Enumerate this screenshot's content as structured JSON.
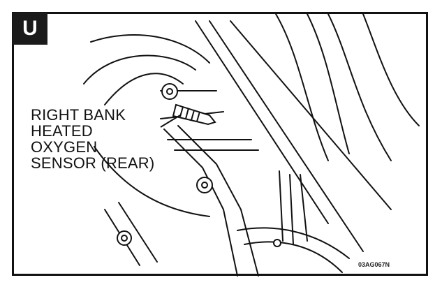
{
  "figure": {
    "view_badge": "U",
    "callout_lines": [
      "RIGHT BANK",
      "HEATED",
      "OXYGEN",
      "SENSOR (REAR)"
    ],
    "figure_code": "03AG067N"
  },
  "colors": {
    "ink": "#111111",
    "paper": "#ffffff"
  }
}
